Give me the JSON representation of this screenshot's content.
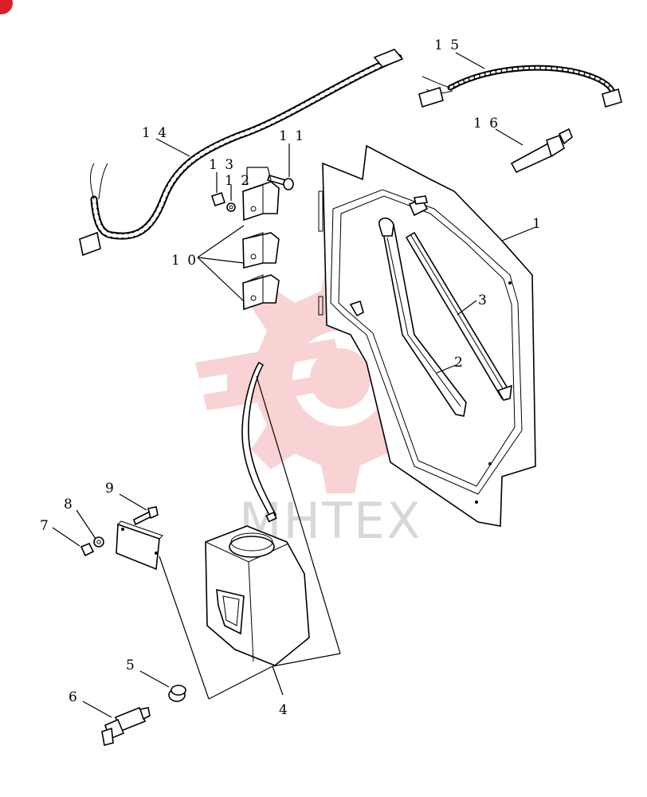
{
  "watermark": {
    "text": "MHTEX",
    "color": "#f2a0a0"
  },
  "labels": {
    "p1": "1",
    "p2": "2",
    "p3": "3",
    "p4": "4",
    "p5": "5",
    "p6": "6",
    "p7": "7",
    "p8": "8",
    "p9": "9",
    "p10": "1 0",
    "p11": "1 1",
    "p12": "1 2",
    "p13": "1 3",
    "p14": "1 4",
    "p15": "1 5",
    "p16": "1 6"
  }
}
